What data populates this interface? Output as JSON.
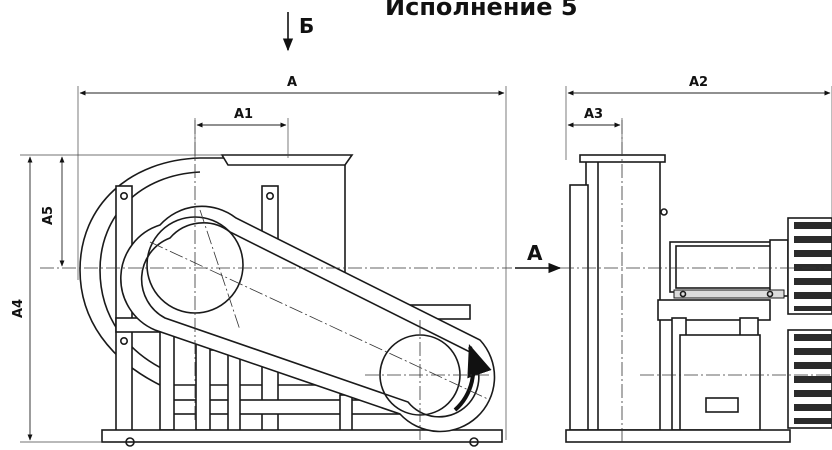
{
  "title": "Исполнение 5",
  "view_marks": {
    "top_arrow_label": "Б",
    "side_arrow_label": "А"
  },
  "dimensions": {
    "A": "A",
    "A1": "A1",
    "A2": "A2",
    "A3": "A3",
    "A4": "A4",
    "A5": "A5"
  }
}
